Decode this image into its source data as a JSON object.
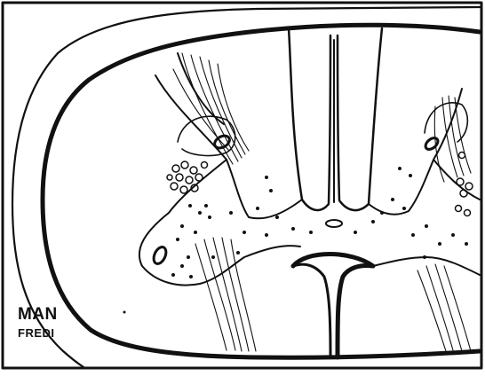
{
  "illustration": {
    "style": "black ink line drawing",
    "ink_color": "#111111",
    "paper_color": "#ffffff"
  },
  "signature": {
    "line1": "MAN",
    "line2": "FREDI"
  }
}
